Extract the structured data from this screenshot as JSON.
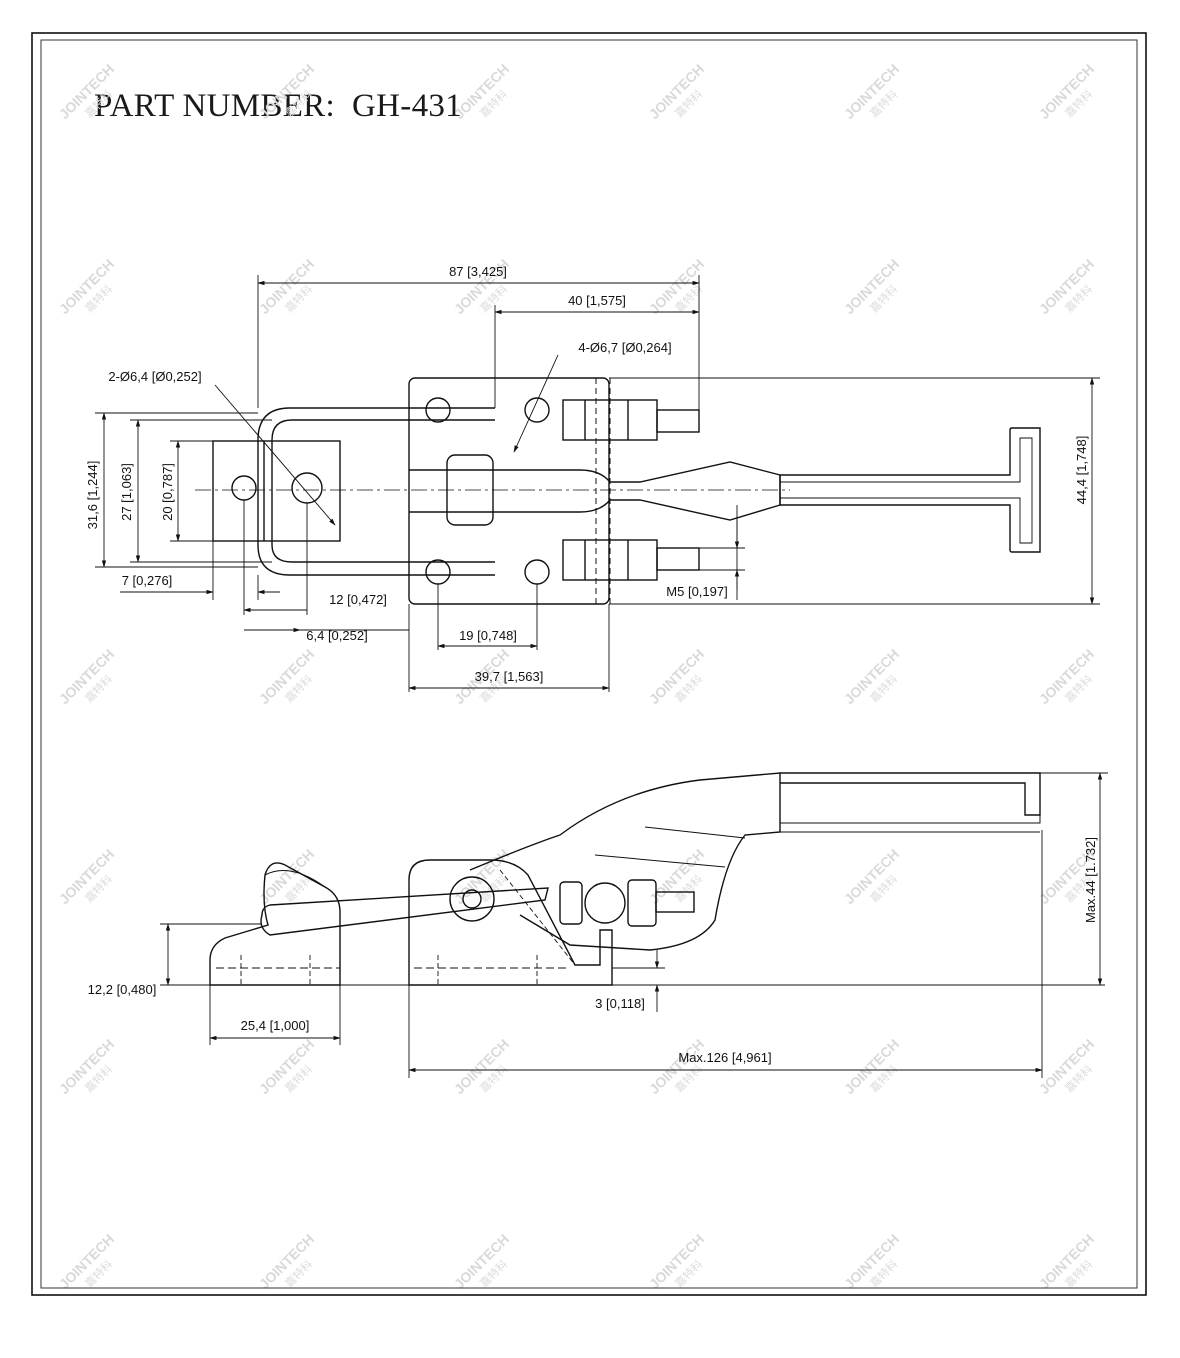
{
  "title": "PART NUMBER:  GH-431",
  "watermark": {
    "brand": "JOINTECH",
    "brand_cn": "嘉特科"
  },
  "top_view": {
    "dims": {
      "overall_length": "87 [3,425]",
      "mount_span": "40 [1,575]",
      "holes_base": "4-Ø6,7 [Ø0,264]",
      "holes_catch": "2-Ø6,4 [Ø0,252]",
      "height_outer": "31,6 [1,244]",
      "height_mid": "27 [1,063]",
      "height_inner": "20 [0,787]",
      "offset_7": "7 [0,276]",
      "offset_12": "12 [0,472]",
      "offset_6_4": "6,4 [0,252]",
      "hole_pitch": "19 [0,748]",
      "base_length": "39,7 [1,563]",
      "thread": "M5 [0,197]",
      "overall_width": "44,4 [1,748]"
    }
  },
  "side_view": {
    "dims": {
      "catch_height": "12,2 [0,480]",
      "catch_length": "25,4 [1,000]",
      "base_thickness": "3 [0,118]",
      "max_length": "Max.126 [4,961]",
      "max_height": "Max.44 [1.732]"
    }
  }
}
